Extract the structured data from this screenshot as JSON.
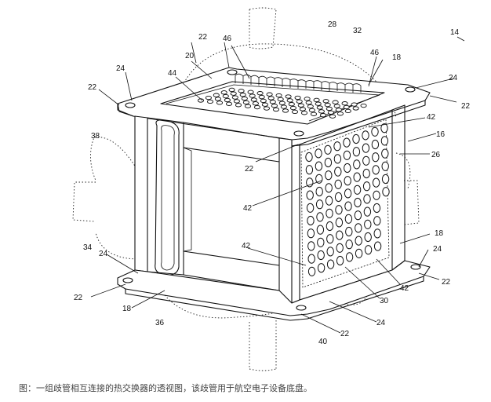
{
  "figure_number": "14",
  "labels": {
    "l20": "20",
    "l22a": "22",
    "l22b": "22",
    "l22c": "22",
    "l22d": "22",
    "l22e": "22",
    "l22f": "22",
    "l22g": "22",
    "l24a": "24",
    "l24b": "24",
    "l24c": "24",
    "l24d": "24",
    "l24e": "24",
    "l26": "26",
    "l28": "28",
    "l30": "30",
    "l32": "32",
    "l34": "34",
    "l36": "36",
    "l38": "38",
    "l40": "40",
    "l42a": "42",
    "l42b": "42",
    "l42c": "42",
    "l42d": "42",
    "l44": "44",
    "l46a": "46",
    "l46b": "46",
    "l16": "16",
    "l18a": "18",
    "l18b": "18",
    "l18c": "18"
  },
  "caption": "图：一组歧管相互连接的热交换器的透视图，该歧管用于航空电子设备底盘。"
}
